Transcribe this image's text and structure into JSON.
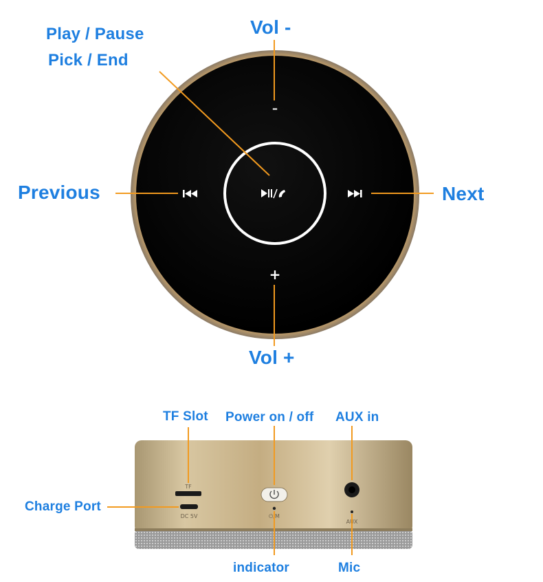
{
  "labels": {
    "play_pause": "Play / Pause",
    "pick_end": "Pick / End",
    "vol_minus": "Vol -",
    "previous": "Previous",
    "next": "Next",
    "vol_plus": "Vol +",
    "tf_slot": "TF Slot",
    "power": "Power on / off",
    "aux_in": "AUX in",
    "charge_port": "Charge Port",
    "indicator": "indicator",
    "mic": "Mic"
  },
  "device_marks": {
    "minus": "–",
    "plus": "+",
    "tf": "TF",
    "dc": "DC 5V",
    "mode": "⏻/M",
    "aux": "AUX"
  },
  "icons": {
    "previous": "previous-track-icon",
    "next": "next-track-icon",
    "play_pause_call": "play-pause-call-icon",
    "power": "power-icon"
  },
  "colors": {
    "label": "#1e7fe0",
    "leader_line": "#f29a1f",
    "speaker_top": "#050505",
    "speaker_body": "#c9b48c",
    "ring": "#ffffff"
  }
}
